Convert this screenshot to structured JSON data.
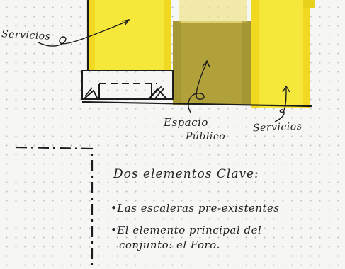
{
  "labels": {
    "left": "Servicios",
    "center_line1": "Espacio",
    "center_line2": "Público",
    "right": "Servicios"
  },
  "notes": {
    "heading": "Dos elementos Clave:",
    "bullet1": "•Las escaleras pre-existentes",
    "bullet2_line1": "•El elemento principal del",
    "bullet2_line2": "conjunto: el Foro."
  },
  "colors": {
    "paper": "#f6f6f4",
    "dot_grid": "#b9bdc4",
    "yellow_marker": "#f5e83a",
    "olive_marker": "#b0a13a",
    "ink": "#1c1c1c"
  }
}
